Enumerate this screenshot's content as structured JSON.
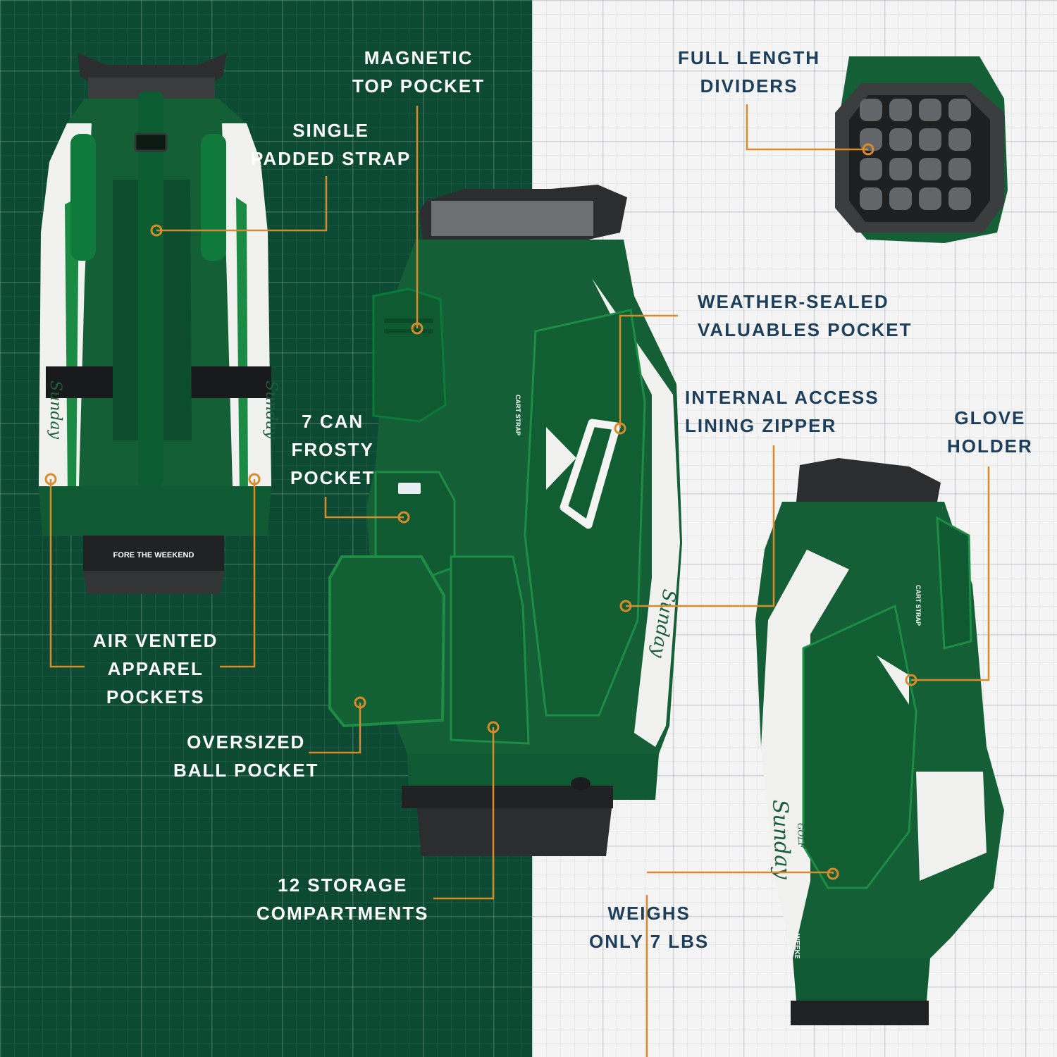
{
  "colors": {
    "panel_dark": "#0d4a33",
    "panel_light": "#f3f4f3",
    "bag_green": "#145f36",
    "accent_orange": "#d98b2b",
    "text_dark_navy": "#1d3f5c"
  },
  "callouts": {
    "magnetic_top_pocket": [
      "MAGNETIC",
      "TOP POCKET"
    ],
    "single_padded_strap": [
      "SINGLE",
      "PADDED STRAP"
    ],
    "full_length_dividers": [
      "FULL LENGTH",
      "DIVIDERS"
    ],
    "weather_sealed_pocket": [
      "WEATHER-SEALED",
      "VALUABLES POCKET"
    ],
    "internal_access_zipper": [
      "INTERNAL ACCESS",
      "LINING ZIPPER"
    ],
    "glove_holder": [
      "GLOVE",
      "HOLDER"
    ],
    "frosty_pocket": [
      "7 CAN",
      "FROSTY",
      "POCKET"
    ],
    "air_vented_pockets": [
      "AIR VENTED",
      "APPAREL",
      "POCKETS"
    ],
    "oversized_ball_pocket": [
      "OVERSIZED",
      "BALL POCKET"
    ],
    "storage_compartments": [
      "12 STORAGE",
      "COMPARTMENTS"
    ],
    "weighs": [
      "WEIGHS",
      "ONLY 7 LBS"
    ]
  },
  "bag_prints": {
    "tagline": "FORE THE WEEKEND",
    "cart_strap": "CART STRAP",
    "brand_script": "Sunday",
    "brand_small": "GOLF",
    "side_tagline": "WEEKEND"
  }
}
